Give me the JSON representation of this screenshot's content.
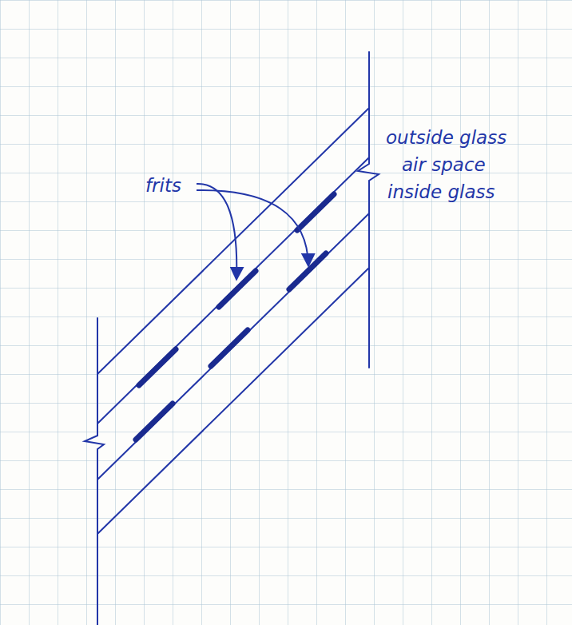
{
  "diagram": {
    "labels": [
      "outside glass",
      "air space",
      "inside glass",
      "frits"
    ]
  }
}
